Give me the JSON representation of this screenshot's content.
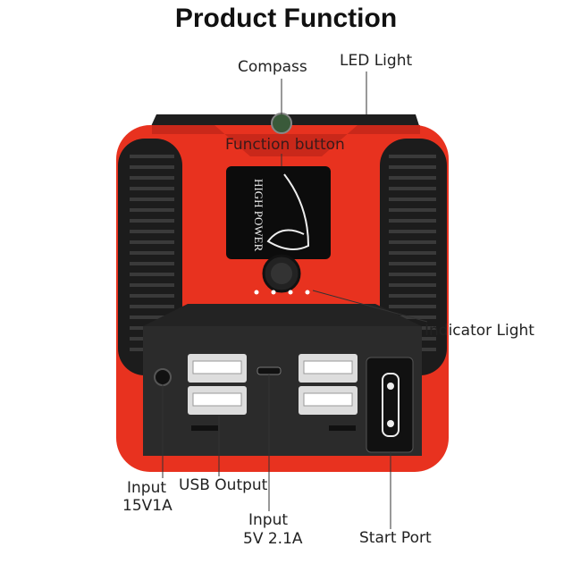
{
  "title": "Product Function",
  "labels": {
    "compass": "Compass",
    "led_light": "LED Light",
    "function_button": "Function button",
    "indicator_light": "Indicator Light",
    "input_15v_line1": "Input",
    "input_15v_line2": "15V1A",
    "usb_output": "USB Output",
    "input_5v_line1": "Input",
    "input_5v_line2": "5V 2.1A",
    "start_port": "Start Port"
  },
  "device": {
    "screen_brand": "HIGH POWER",
    "body_color": "#e8321f",
    "grip_color": "#1c1c1c"
  }
}
